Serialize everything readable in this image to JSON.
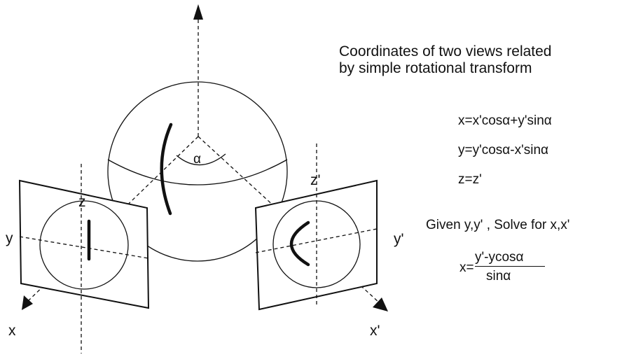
{
  "heading": {
    "line1": "Coordinates of two views related",
    "line2": "by simple rotational transform"
  },
  "equations": {
    "eq_x": "x=x'cosα+y'sinα",
    "eq_y": "y=y'cosα-x'sinα",
    "eq_z": "z=z'"
  },
  "solve": {
    "given": "Given y,y' , Solve for x,x'",
    "lhs": "x=",
    "numerator": "y'-ycosα",
    "denominator": "sinα"
  },
  "labels": {
    "alpha": "α",
    "left_z": "z",
    "left_y": "y",
    "left_x": "x",
    "right_z": "z'",
    "right_y": "y'",
    "right_x": "x'"
  }
}
